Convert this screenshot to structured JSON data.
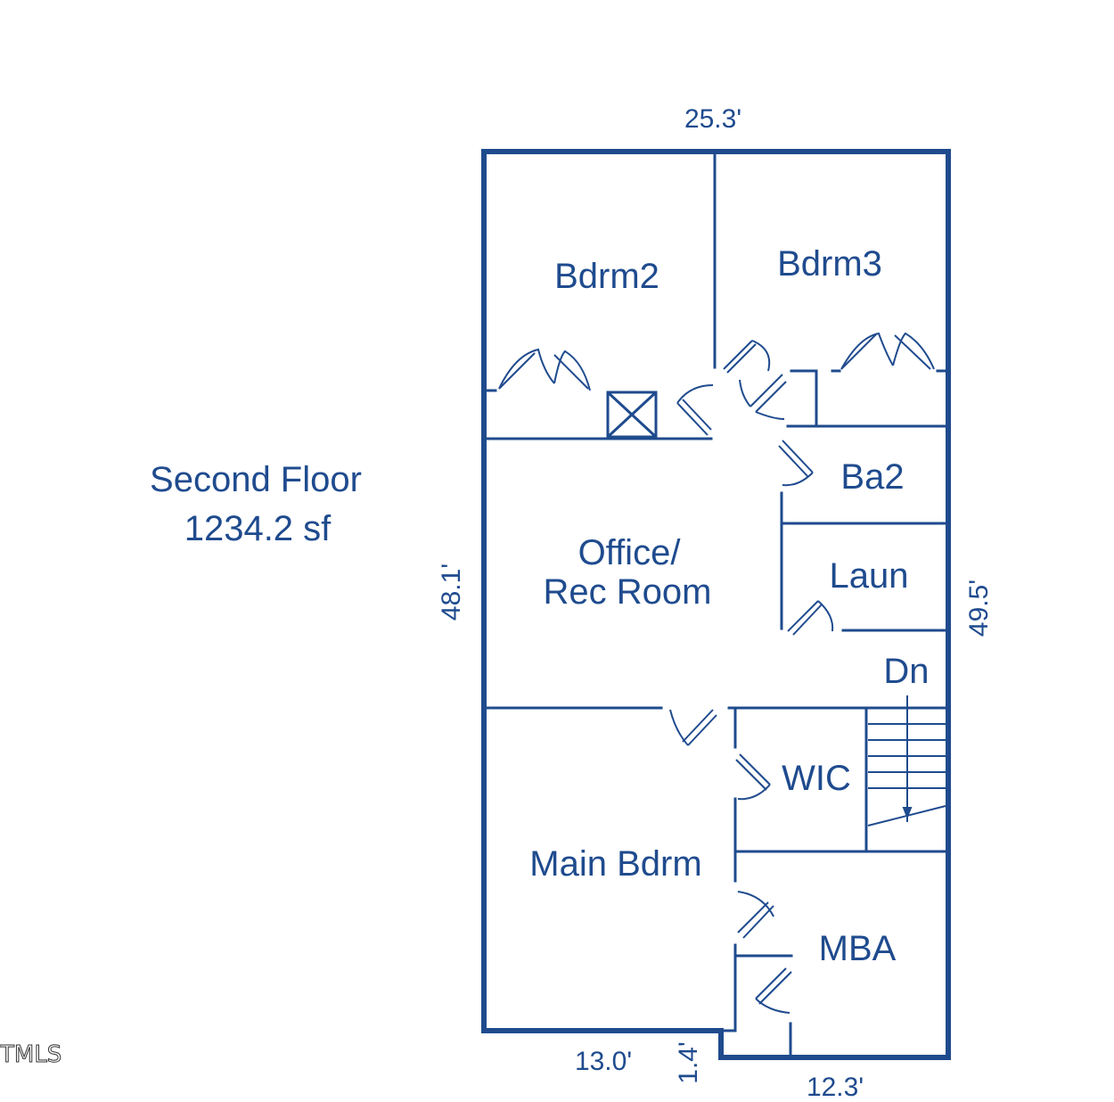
{
  "summary": {
    "floor_name": "Second Floor",
    "area": "1234.2 sf"
  },
  "rooms": {
    "bdrm2": "Bdrm2",
    "bdrm3": "Bdrm3",
    "ba2": "Ba2",
    "office_line1": "Office/",
    "office_line2": "Rec Room",
    "laun": "Laun",
    "dn": "Dn",
    "wic": "WIC",
    "main_bdrm": "Main Bdrm",
    "mba": "MBA"
  },
  "dimensions": {
    "top_width": "25.3'",
    "left_height": "48.1'",
    "right_height": "49.5'",
    "bottom_left": "13.0'",
    "bottom_step": "1.4'",
    "bottom_right": "12.3'"
  },
  "watermark": "TMLS",
  "colors": {
    "line": "#1f4b8e",
    "background": "#ffffff"
  }
}
